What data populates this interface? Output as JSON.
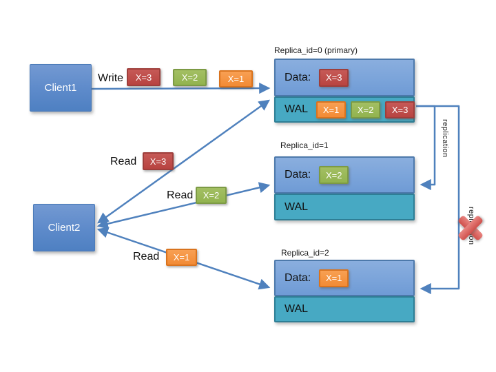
{
  "diagram": {
    "clients": [
      {
        "label": "Client1"
      },
      {
        "label": "Client2"
      }
    ],
    "write": {
      "label": "Write",
      "badges": [
        {
          "text": "X=3",
          "color": "red"
        },
        {
          "text": "X=2",
          "color": "green"
        },
        {
          "text": "X=1",
          "color": "orange"
        }
      ]
    },
    "reads": [
      {
        "label": "Read",
        "badge": {
          "text": "X=3",
          "color": "red"
        }
      },
      {
        "label": "Read",
        "badge": {
          "text": "X=2",
          "color": "green"
        }
      },
      {
        "label": "Read",
        "badge": {
          "text": "X=1",
          "color": "orange"
        }
      }
    ],
    "replicas": [
      {
        "title": "Replica_id=0 (primary)",
        "data_label": "Data:",
        "data_badge": {
          "text": "X=3",
          "color": "red"
        },
        "wal_label": "WAL",
        "wal_badges": [
          {
            "text": "X=1",
            "color": "orange"
          },
          {
            "text": "X=2",
            "color": "green"
          },
          {
            "text": "X=3",
            "color": "red"
          }
        ]
      },
      {
        "title": "Replica_id=1",
        "data_label": "Data:",
        "data_badge": {
          "text": "X=2",
          "color": "green"
        },
        "wal_label": "WAL",
        "wal_badges": []
      },
      {
        "title": "Replica_id=2",
        "data_label": "Data:",
        "data_badge": {
          "text": "X=1",
          "color": "orange"
        },
        "wal_label": "WAL",
        "wal_badges": []
      }
    ],
    "replication_labels": [
      {
        "text": "replication"
      },
      {
        "text": "replication"
      }
    ],
    "palette": {
      "connector_blue": "#4f81bd",
      "box_blue": "#7ba4da",
      "wal_teal": "#47a9c3",
      "badge_red": "#bf4c49",
      "badge_green": "#9bbb59",
      "badge_orange": "#f79646",
      "cross_red": "#d65954"
    }
  }
}
